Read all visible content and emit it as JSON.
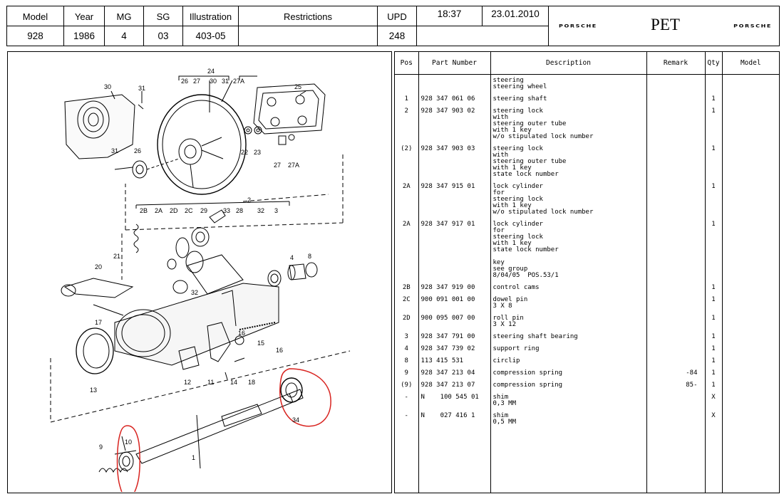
{
  "header": {
    "labels": {
      "model": "Model",
      "year": "Year",
      "mg": "MG",
      "sg": "SG",
      "illustration": "Illustration",
      "restrictions": "Restrictions",
      "upd": "UPD"
    },
    "values": {
      "model": "928",
      "year": "1986",
      "mg": "4",
      "sg": "03",
      "illustration": "403-05",
      "restrictions": "",
      "upd": "248"
    },
    "time": "18:37",
    "date": "23.01.2010",
    "brand_left": "PORSCHE",
    "app": "PET",
    "brand_right": "PORSCHE"
  },
  "parts_table": {
    "columns": [
      "Pos",
      "Part Number",
      "Description",
      "Remark",
      "Qty",
      "Model"
    ],
    "rows": [
      {
        "pos": "",
        "part": "",
        "desc": "steering\nsteering wheel",
        "remark": "",
        "qty": "",
        "model": ""
      },
      {
        "pos": "1",
        "part": "928 347 061 06",
        "desc": "steering shaft",
        "remark": "",
        "qty": "1",
        "model": ""
      },
      {
        "pos": "2",
        "part": "928 347 903 02",
        "desc": "steering lock\nwith\nsteering outer tube\nwith 1 key\nw/o stipulated lock number",
        "remark": "",
        "qty": "1",
        "model": ""
      },
      {
        "pos": "(2)",
        "part": "928 347 903 03",
        "desc": "steering lock\nwith\nsteering outer tube\nwith 1 key\nstate lock number",
        "remark": "",
        "qty": "1",
        "model": ""
      },
      {
        "pos": "2A",
        "part": "928 347 915 01",
        "desc": "lock cylinder\nfor\nsteering lock\nwith 1 key\nw/o stipulated lock number",
        "remark": "",
        "qty": "1",
        "model": ""
      },
      {
        "pos": "2A",
        "part": "928 347 917 01",
        "desc": "lock cylinder\nfor\nsteering lock\nwith 1 key\nstate lock number\n\nkey\nsee group\n8/04/05  POS.53/1",
        "remark": "",
        "qty": "1",
        "model": ""
      },
      {
        "pos": "2B",
        "part": "928 347 919 00",
        "desc": "control cams",
        "remark": "",
        "qty": "1",
        "model": ""
      },
      {
        "pos": "2C",
        "part": "900 091 001 00",
        "desc": "dowel pin\n3 X 8",
        "remark": "",
        "qty": "1",
        "model": ""
      },
      {
        "pos": "2D",
        "part": "900 095 007 00",
        "desc": "roll pin\n3 X 12",
        "remark": "",
        "qty": "1",
        "model": ""
      },
      {
        "pos": "3",
        "part": "928 347 791 00",
        "desc": "steering shaft bearing",
        "remark": "",
        "qty": "1",
        "model": ""
      },
      {
        "pos": "4",
        "part": "928 347 739 02",
        "desc": "support ring",
        "remark": "",
        "qty": "1",
        "model": ""
      },
      {
        "pos": "8",
        "part": "113 415 531",
        "desc": "circlip",
        "remark": "",
        "qty": "1",
        "model": ""
      },
      {
        "pos": "9",
        "part": "928 347 213 04",
        "desc": "compression spring",
        "remark": "-84",
        "qty": "1",
        "model": ""
      },
      {
        "pos": "(9)",
        "part": "928 347 213 07",
        "desc": "compression spring",
        "remark": "85-",
        "qty": "1",
        "model": ""
      },
      {
        "pos": "-",
        "part": "N    100 545 01",
        "desc": "shim\n0,3 MM",
        "remark": "",
        "qty": "X",
        "model": ""
      },
      {
        "pos": "-",
        "part": "N    027 416 1",
        "desc": "shim\n0,5 MM",
        "remark": "",
        "qty": "X",
        "model": ""
      }
    ]
  },
  "diagram": {
    "labels": [
      "24",
      "26",
      "27",
      "30",
      "31",
      "27A",
      "25",
      "30",
      "31",
      "22",
      "23",
      "27",
      "27A",
      "31",
      "26",
      "2",
      "2B",
      "2A",
      "2D",
      "2C",
      "29",
      "33",
      "28",
      "32",
      "3",
      "21",
      "4",
      "8",
      "20",
      "32",
      "17",
      "16",
      "15",
      "16",
      "13",
      "12",
      "11",
      "14",
      "18",
      "34",
      "9",
      "10",
      "1"
    ],
    "highlight_color": "#d8231f"
  }
}
